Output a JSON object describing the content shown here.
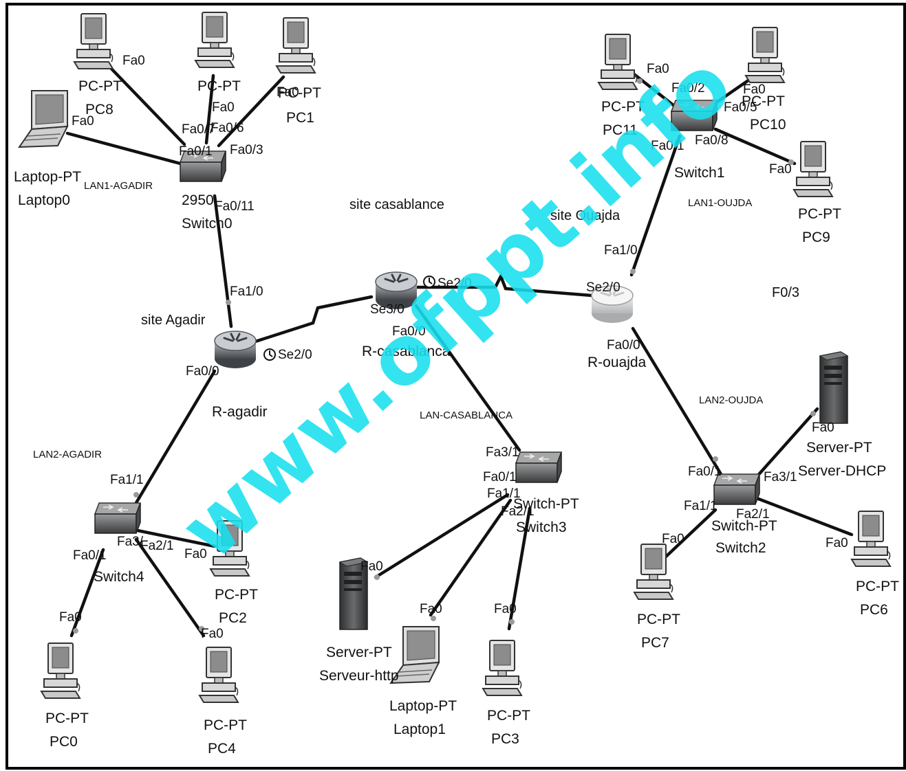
{
  "watermark": "www.ofppt.info",
  "zones": {
    "lan1_agadir": "LAN1-AGADIR",
    "lan2_agadir": "LAN2-AGADIR",
    "lan_casablanca": "LAN-CASABLANCA",
    "lan1_oujda": "LAN1-OUJDA",
    "lan2_oujda": "LAN2-OUJDA"
  },
  "sites": {
    "agadir": "site Agadir",
    "casablance": "site casablance",
    "ouajda": "site Ouajda",
    "f03": "F0/3"
  },
  "devices": {
    "pc8": {
      "type": "PC-PT",
      "name": "PC8"
    },
    "pc_mid": {
      "type": "PC-PT",
      "name": ""
    },
    "pc1": {
      "type": "PC-PT",
      "name": "PC1"
    },
    "laptop0": {
      "type": "Laptop-PT",
      "name": "Laptop0"
    },
    "switch0": {
      "type": "2950",
      "name": "Switch0"
    },
    "r_agadir": {
      "name": "R-agadir"
    },
    "r_casablanca": {
      "name": "R-casablanca"
    },
    "r_ouajda": {
      "name": "R-ouajda"
    },
    "pc11": {
      "type": "PC-PT",
      "name": "PC11"
    },
    "pc10": {
      "type": "PC-PT",
      "name": "PC10"
    },
    "pc9": {
      "type": "PC-PT",
      "name": "PC9"
    },
    "switch1": {
      "type": "",
      "name": "Switch1"
    },
    "switch4": {
      "type": "",
      "name": "Switch4"
    },
    "pc0": {
      "type": "PC-PT",
      "name": "PC0"
    },
    "pc4": {
      "type": "PC-PT",
      "name": "PC4"
    },
    "pc2": {
      "type": "PC-PT",
      "name": "PC2"
    },
    "switch3": {
      "type": "Switch-PT",
      "name": "Switch3"
    },
    "server_http": {
      "type": "Server-PT",
      "name": "Serveur-http"
    },
    "laptop1": {
      "type": "Laptop-PT",
      "name": "Laptop1"
    },
    "pc3": {
      "type": "PC-PT",
      "name": "PC3"
    },
    "switch2": {
      "type": "Switch-PT",
      "name": "Switch2"
    },
    "server_dhcp": {
      "type": "Server-PT",
      "name": "Server-DHCP"
    },
    "pc7": {
      "type": "PC-PT",
      "name": "PC7"
    },
    "pc6": {
      "type": "PC-PT",
      "name": "PC6"
    }
  },
  "ports": {
    "pc8_fa0": "Fa0",
    "pcmid_fa0": "Fa0",
    "pc1_fa0": "Fa0",
    "laptop0_fa0": "Fa0",
    "sw0_fa07": "Fa0/7",
    "sw0_fa06": "Fa0/6",
    "sw0_fa01": "Fa0/1",
    "sw0_fa03": "Fa0/3",
    "sw0_fa011": "Fa0/11",
    "ragadir_fa10": "Fa1/0",
    "ragadir_se20": "Se2/0",
    "ragadir_fa00": "Fa0/0",
    "rcasa_se30": "Se3/0",
    "rcasa_se20": "Se2/0",
    "rcasa_fa00": "Fa0/0",
    "rouj_se20": "Se2/0",
    "rouj_fa10": "Fa1/0",
    "rouj_fa00": "Fa0/0",
    "pc11_fa0": "Fa0",
    "sw1_fa02": "Fa0/2",
    "pc10_fa0": "Fa0",
    "sw1_fa05": "Fa0/5",
    "sw1_fa01": "Fa0/1",
    "sw1_fa08": "Fa0/8",
    "pc9_fa0": "Fa0",
    "sw4_fa11": "Fa1/1",
    "sw4_fa31": "Fa3/",
    "sw4_fa21": "Fa2/1",
    "sw4_fa01": "Fa0/1",
    "pc2_fa0": "Fa0",
    "pc0_fa0": "Fa0",
    "pc4_fa0": "Fa0",
    "sw3_fa31": "Fa3/1",
    "sw3_fa01": "Fa0/1",
    "sw3_fa11": "Fa1/1",
    "sw3_fa21": "Fa2/1",
    "srvhttp_fa0": "Fa0",
    "laptop1_fa0": "Fa0",
    "pc3_fa0": "Fa0",
    "sw2_fa01": "Fa0/1",
    "sw2_fa31": "Fa3/1",
    "sw2_fa11": "Fa1/1",
    "sw2_fa21": "Fa2/1",
    "srvdhcp_fa0": "Fa0",
    "pc7_fa0": "Fa0",
    "pc6_fa0": "Fa0"
  }
}
